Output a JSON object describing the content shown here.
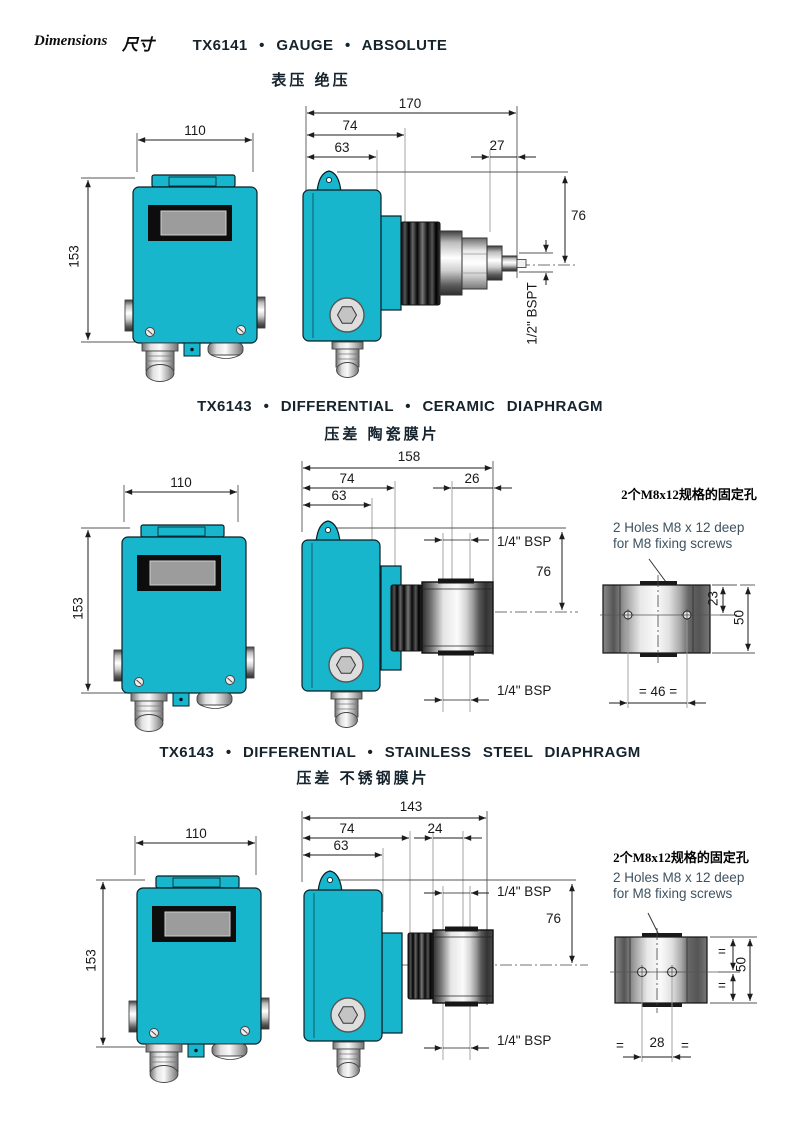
{
  "header": {
    "label_en": "Dimensions",
    "label_cn": "尺寸"
  },
  "colors": {
    "enclosure_teal": "#17b6cd",
    "display_bezel": "#0d0d0d",
    "display_lcd": "#9c9c9c"
  },
  "sections": [
    {
      "title": "TX6141 • GAUGE • ABSOLUTE",
      "subtitle_cn": "表压 绝压",
      "dims": {
        "overall": "170",
        "to_hex": "74",
        "to_display": "63",
        "tip": "27",
        "width": "110",
        "height": "153",
        "drop": "76",
        "thread": "1/2\" BSPT"
      }
    },
    {
      "title": "TX6143 • DIFFERENTIAL • CERAMIC DIAPHRAGM",
      "subtitle_cn": "压差 陶瓷膜片",
      "dims": {
        "overall": "158",
        "to_hex": "74",
        "to_display": "63",
        "block": "26",
        "width": "110",
        "height": "153",
        "drop": "76",
        "port_top": "1/4\" BSP",
        "port_bottom": "1/4\" BSP"
      },
      "detail": {
        "label_cn": "2个M8x12规格的固定孔",
        "label_en_line1": "2 Holes M8 x 12 deep",
        "label_en_line2": "for M8 fixing screws",
        "hole_to_top": "23",
        "height": "50",
        "hole_spacing": "= 46 ="
      }
    },
    {
      "title": "TX6143 • DIFFERENTIAL • STAINLESS STEEL DIAPHRAGM",
      "subtitle_cn": "压差 不锈钢膜片",
      "dims": {
        "overall": "143",
        "to_hex": "74",
        "to_display": "63",
        "block": "24",
        "width": "110",
        "height": "153",
        "drop": "76",
        "port_top": "1/4\" BSP",
        "port_bottom": "1/4\" BSP"
      },
      "detail": {
        "label_cn": "2个M8x12规格的固定孔",
        "label_en_line1": "2 Holes M8 x 12 deep",
        "label_en_line2": "for M8 fixing screws",
        "eq_top": "=",
        "eq_bottom": "=",
        "height": "50",
        "spacing_eq_left": "=",
        "hole_spacing": "28",
        "spacing_eq_right": "="
      }
    }
  ]
}
